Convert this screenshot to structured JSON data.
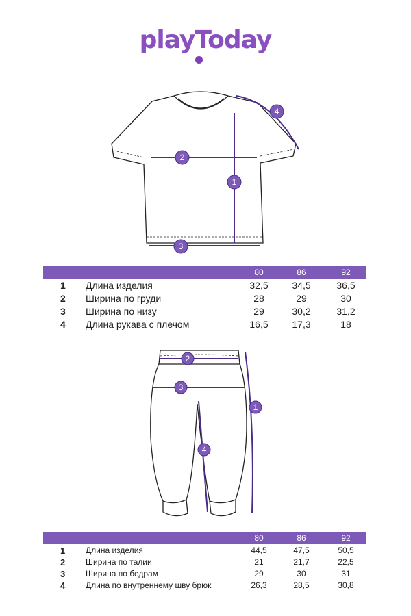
{
  "brand": {
    "logo_text": "playToday",
    "accent": "#7d5ab8",
    "line_color": "#4b2a8a"
  },
  "tshirt_table": {
    "sizes": [
      "80",
      "86",
      "92"
    ],
    "rows": [
      {
        "num": "1",
        "label": "Длина изделия",
        "values": [
          "32,5",
          "34,5",
          "36,5"
        ]
      },
      {
        "num": "2",
        "label": "Ширина по груди",
        "values": [
          "28",
          "29",
          "30"
        ]
      },
      {
        "num": "3",
        "label": "Ширина по низу",
        "values": [
          "29",
          "30,2",
          "31,2"
        ]
      },
      {
        "num": "4",
        "label": "Длина рукава с плечом",
        "values": [
          "16,5",
          "17,3",
          "18"
        ]
      }
    ]
  },
  "pants_table": {
    "sizes": [
      "80",
      "86",
      "92"
    ],
    "rows": [
      {
        "num": "1",
        "label": "Длина изделия",
        "values": [
          "44,5",
          "47,5",
          "50,5"
        ]
      },
      {
        "num": "2",
        "label": "Ширина по талии",
        "values": [
          "21",
          "21,7",
          "22,5"
        ]
      },
      {
        "num": "3",
        "label": "Ширина по бедрам",
        "values": [
          "29",
          "30",
          "31"
        ]
      },
      {
        "num": "4",
        "label": "Длина по внутреннему шву брюк",
        "values": [
          "26,3",
          "28,5",
          "30,8"
        ]
      }
    ]
  },
  "tshirt_markers": [
    "1",
    "2",
    "3",
    "4"
  ],
  "pants_markers": [
    "1",
    "2",
    "3",
    "4"
  ]
}
